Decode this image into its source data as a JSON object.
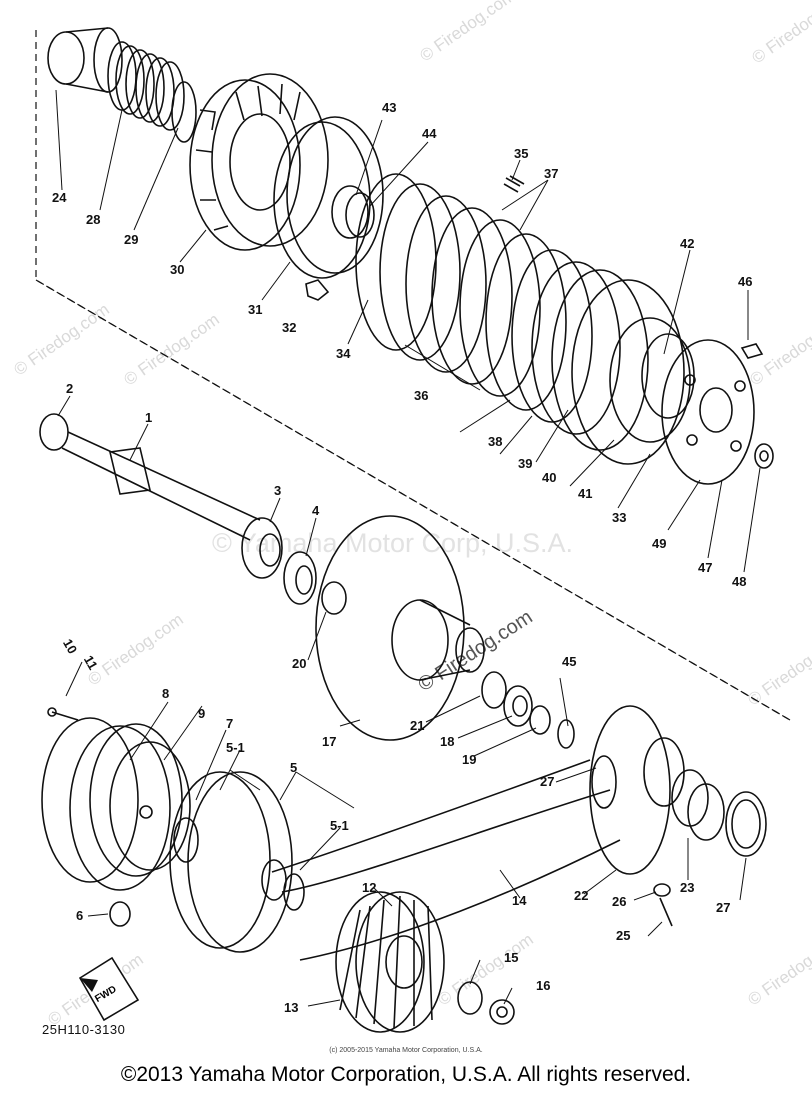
{
  "watermarks": {
    "firedog": "© Firedog.com",
    "center": "© Yamaha Motor Corp, U.S.A.",
    "center_link": "© Firedog.com"
  },
  "diagram": {
    "part_number": "25H110-3130",
    "source_copyright": "(c) 2005-2015 Yamaha Motor Corporation, U.S.A.",
    "fwd_label": "FWD",
    "callouts": [
      "1",
      "2",
      "3",
      "4",
      "5",
      "5-1",
      "5-1",
      "6",
      "7",
      "8",
      "9",
      "10",
      "11",
      "12",
      "13",
      "14",
      "15",
      "16",
      "17",
      "18",
      "19",
      "20",
      "21",
      "22",
      "23",
      "25",
      "26",
      "27",
      "27",
      "28",
      "24",
      "29",
      "30",
      "31",
      "32",
      "33",
      "34",
      "35",
      "36",
      "37",
      "38",
      "39",
      "40",
      "41",
      "42",
      "43",
      "44",
      "45",
      "46",
      "47",
      "48",
      "49"
    ]
  },
  "footer": {
    "copyright": "©2013 Yamaha Motor Corporation, U.S.A. All rights reserved."
  }
}
